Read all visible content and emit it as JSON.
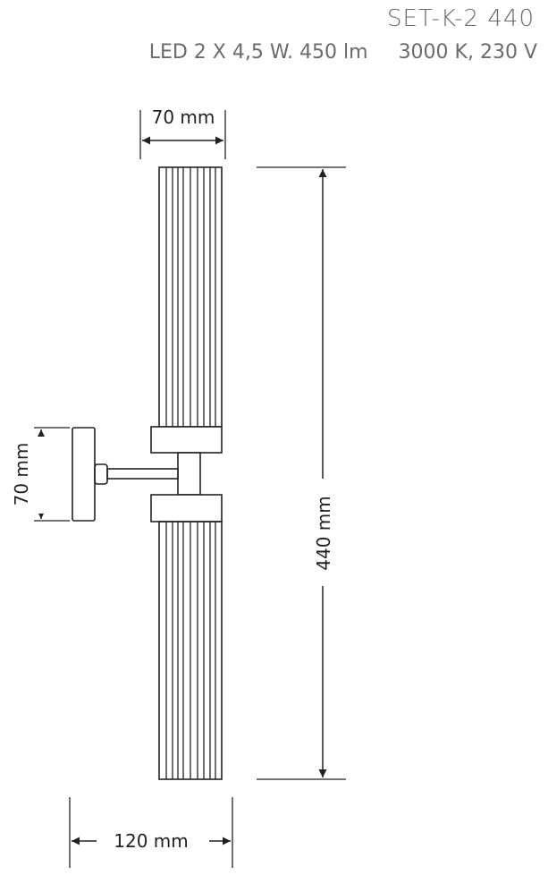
{
  "header": {
    "model": "SET-K-2  440",
    "spec_power": "LED 2 X 4,5 W. 450 lm",
    "spec_electrical": "3000 K, 230 V"
  },
  "dimensions": {
    "top_width": "70 mm",
    "mount_height": "70 mm",
    "total_height": "440 mm",
    "projection": "120 mm"
  }
}
